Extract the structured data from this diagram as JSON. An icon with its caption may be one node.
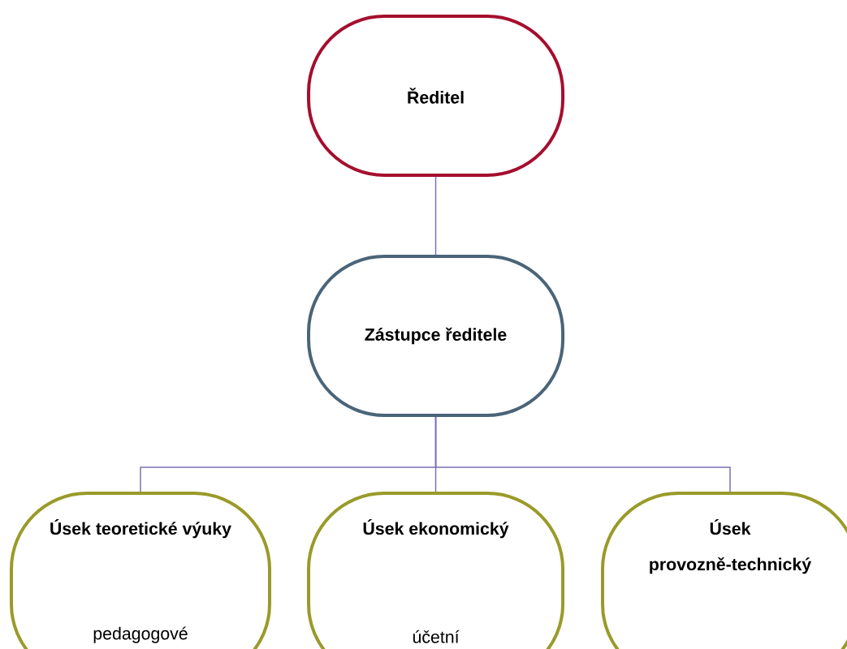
{
  "diagram": {
    "nodes": [
      {
        "text": [
          "Ředitel"
        ]
      },
      {
        "text": [
          "Zástupce ředitele"
        ]
      },
      {
        "text": [
          "Úsek teoretické výuky",
          "pedagogové"
        ]
      },
      {
        "text": [
          "Úsek ekonomický",
          "účetní"
        ]
      },
      {
        "text": [
          "Úsek provozně-technický"
        ]
      }
    ],
    "edges": [
      {
        "from": 0,
        "to": 1,
        "arrow": "none"
      },
      {
        "from": 1,
        "to": 2,
        "arrow": "none"
      },
      {
        "from": 1,
        "to": 3,
        "arrow": "none"
      },
      {
        "from": 1,
        "to": 4,
        "arrow": "none"
      }
    ]
  }
}
